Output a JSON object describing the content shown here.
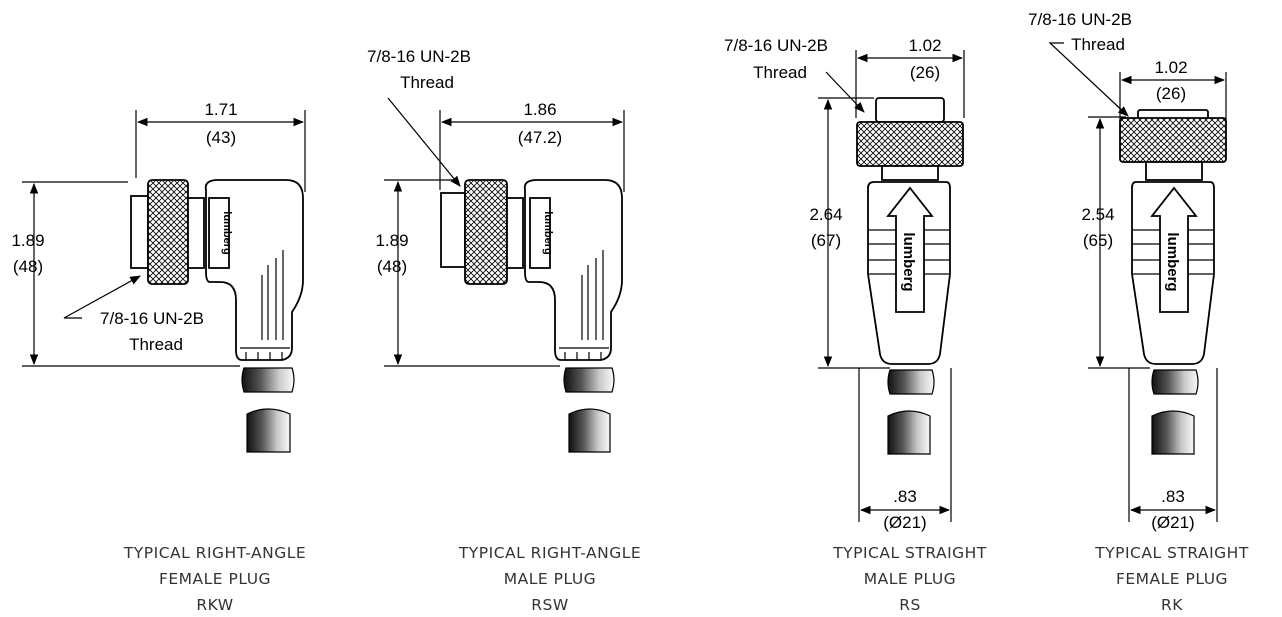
{
  "brand_label": "lumberg",
  "plugs": [
    {
      "id": "rkw",
      "width_in": "1.71",
      "width_mm": "(43)",
      "height_in": "1.89",
      "height_mm": "(48)",
      "thread_line1": "7/8-16 UN-2B",
      "thread_line2": "Thread",
      "caption": [
        "TYPICAL RIGHT-ANGLE",
        "FEMALE PLUG",
        "RKW"
      ]
    },
    {
      "id": "rsw",
      "width_in": "1.86",
      "width_mm": "(47.2)",
      "height_in": "1.89",
      "height_mm": "(48)",
      "thread_line1": "7/8-16 UN-2B",
      "thread_line2": "Thread",
      "caption": [
        "TYPICAL RIGHT-ANGLE",
        "MALE PLUG",
        "RSW"
      ]
    },
    {
      "id": "rs",
      "width_in": "1.02",
      "width_mm": "(26)",
      "height_in": "2.64",
      "height_mm": "(67)",
      "dia_in": ".83",
      "dia_mm": "(Ø21)",
      "thread_line1": "7/8-16 UN-2B",
      "thread_line2": "Thread",
      "caption": [
        "TYPICAL  STRAIGHT",
        "MALE PLUG",
        "RS"
      ]
    },
    {
      "id": "rk",
      "width_in": "1.02",
      "width_mm": "(26)",
      "height_in": "2.54",
      "height_mm": "(65)",
      "dia_in": ".83",
      "dia_mm": "(Ø21)",
      "thread_line1": "7/8-16 UN-2B",
      "thread_line2": "Thread",
      "caption": [
        "TYPICAL STRAIGHT",
        "FEMALE PLUG",
        "RK"
      ]
    }
  ]
}
